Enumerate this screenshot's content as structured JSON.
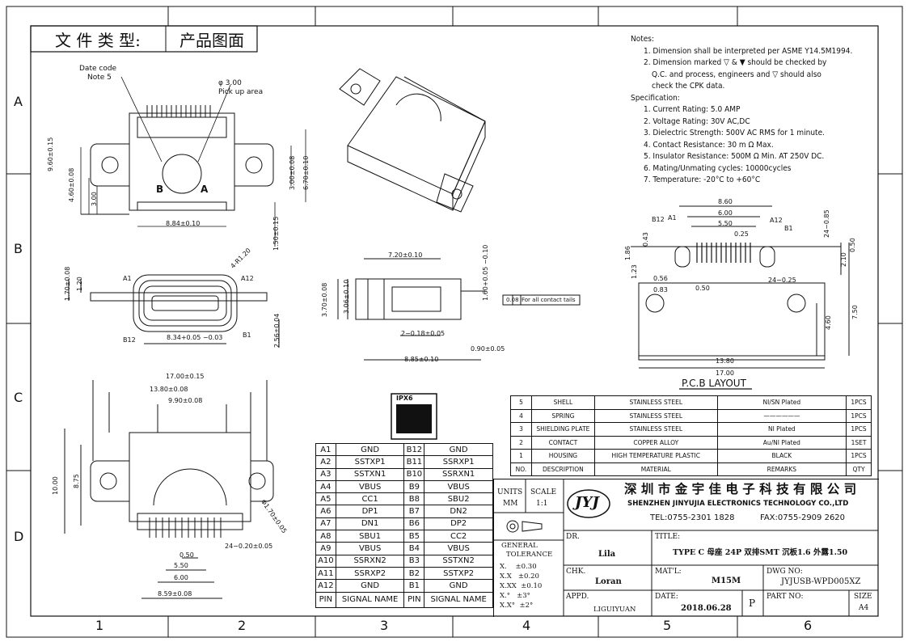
{
  "frame": {
    "col_numbers": [
      "1",
      "2",
      "3",
      "4",
      "5",
      "6"
    ],
    "row_letters": [
      "A",
      "B",
      "C",
      "D"
    ]
  },
  "header": {
    "doc_type_label": "文 件 类 型:",
    "doc_type_value": "产品图面"
  },
  "notes": {
    "heading": "Notes:",
    "items": [
      "1. Dimension shall be interpreted per ASME Y14.5M1994.",
      "2. Dimension marked ▽ & ▼ should be checked by",
      "Q.C. and process, engineers and ▽ should also",
      "check the CPK data."
    ]
  },
  "spec": {
    "heading": "Specification:",
    "items": [
      "1. Current Rating: 5.0 AMP",
      "2. Voltage Rating: 30V AC,DC",
      "3. Dielectric Strength: 500V AC RMS for 1 minute.",
      "4. Contact Resistance: 30 m Ω Max.",
      "5. Insulator Resistance: 500M Ω Min. AT 250V DC.",
      "6. Mating/Unmating cycles: 10000cycles",
      "7. Temperature: -20°C to +60°C"
    ]
  },
  "labels": {
    "date_code": "Date code",
    "note5": "Note 5",
    "pickup_dia": "φ 3.00",
    "pickup_area": "Pick up area",
    "a1": "A1",
    "a12": "A12",
    "b12": "B12",
    "b1": "B1",
    "circ_b": "B",
    "circ_a": "A",
    "ipx": "IPX6",
    "flatness": "0.08",
    "flatness_note": "For all contact tails",
    "pcb_layout": "P.C.B LAYOUT"
  },
  "dims": {
    "top_9_60": "9.60±0.15",
    "top_4_60": "4.60±0.08",
    "top_3_00": "3.00",
    "top_8_84": "8.84±0.10",
    "top_3_00r": "3.00±0.08",
    "top_6_70": "6.70±0.10",
    "top_1_50": "1.50±0.15",
    "f_4r": "4-R1.20",
    "f_1_70": "1.70±0.08",
    "f_1_20": "1.20",
    "f_8_34": "8.34+0.05 −0.03",
    "f_2_56": "2.56±0.04",
    "s_7_20": "7.20±0.10",
    "s_3_70": "3.70±0.08",
    "s_3_06": "3.06±0.10",
    "s_1_60": "1.60+0.05 −0.10",
    "s_2_018": "2−0.18±0.05",
    "s_0_90": "0.90±0.05",
    "s_8_85": "8.85±0.10",
    "b_17": "17.00±0.15",
    "b_13_80": "13.80±0.08",
    "b_9_90": "9.90±0.08",
    "b_10": "10.00",
    "b_8_75": "8.75",
    "b_1_70": "Φ1.70±0.05",
    "b_24": "24−0.20±0.05",
    "b_0_50": "0.50",
    "b_5_50": "5.50",
    "b_6_00": "6.00",
    "b_8_59": "8.59±0.08",
    "p_8_60": "8.60",
    "p_6_00": "6.00",
    "p_5_50": "5.50",
    "p_0_25": "0.25",
    "p_24_085": "24−0.85",
    "p_0_43": "0.43",
    "p_1_86": "1.86",
    "p_1_23": "1.23",
    "p_0_56": "0.56",
    "p_0_83": "0.83",
    "p_0_50": "0.50",
    "p_24_025": "24−0.25",
    "p_2_10": "2.10",
    "p_0_50r": "0.50",
    "p_7_50": "7.50",
    "p_4_60": "4.60",
    "p_13_80": "13.80",
    "p_17_00": "17.00"
  },
  "pin_table": {
    "rows": [
      [
        "A1",
        "GND",
        "B12",
        "GND"
      ],
      [
        "A2",
        "SSTXP1",
        "B11",
        "SSRXP1"
      ],
      [
        "A3",
        "SSTXN1",
        "B10",
        "SSRXN1"
      ],
      [
        "A4",
        "VBUS",
        "B9",
        "VBUS"
      ],
      [
        "A5",
        "CC1",
        "B8",
        "SBU2"
      ],
      [
        "A6",
        "DP1",
        "B7",
        "DN2"
      ],
      [
        "A7",
        "DN1",
        "B6",
        "DP2"
      ],
      [
        "A8",
        "SBU1",
        "B5",
        "CC2"
      ],
      [
        "A9",
        "VBUS",
        "B4",
        "VBUS"
      ],
      [
        "A10",
        "SSRXN2",
        "B3",
        "SSTXN2"
      ],
      [
        "A11",
        "SSRXP2",
        "B2",
        "SSTXP2"
      ],
      [
        "A12",
        "GND",
        "B1",
        "GND"
      ]
    ],
    "header": [
      "PIN",
      "SIGNAL NAME",
      "PIN",
      "SIGNAL NAME"
    ]
  },
  "bom": {
    "rows": [
      [
        "5",
        "SHELL",
        "STAINLESS STEEL",
        "NI/SN  Plated",
        "1PCS"
      ],
      [
        "4",
        "SPRING",
        "STAINLESS STEEL",
        "——————",
        "1PCS"
      ],
      [
        "3",
        "SHIELDING PLATE",
        "STAINLESS STEEL",
        "NI  Plated",
        "1PCS"
      ],
      [
        "2",
        "CONTACT",
        "COPPER ALLOY",
        "Au/NI Plated",
        "1SET"
      ],
      [
        "1",
        "HOUSING",
        "HIGH TEMPERATURE PLASTIC",
        "BLACK",
        "1PCS"
      ]
    ],
    "header": [
      "NO.",
      "DESCRIPTION",
      "MATERIAL",
      "REMARKS",
      "QTY"
    ]
  },
  "title_block": {
    "units_label": "UNITS",
    "units_value": "MM",
    "scale_label": "SCALE",
    "scale_value": "1:1",
    "logo": "JYJ",
    "company_cn": "深 圳 市 金 宇 佳 电 子 科 技 有 限 公 司",
    "company_en": "SHENZHEN JINYUJIA ELECTRONICS TECHNOLOGY CO.,LTD",
    "tel": "TEL:0755-2301 1828",
    "fax": "FAX:0755-2909 2620",
    "dr_label": "DR.",
    "dr_value": "Lila",
    "title_label": "TITLE:",
    "title_value": "TYPE C 母座 24P 双排SMT 沉板1.6 外露1.50",
    "gt_label": "GENERAL",
    "gt_label2": "TOLERANCE",
    "gt_rows": [
      "X.    ±0.30",
      "X.X   ±0.20",
      "X.XX  ±0.10",
      "X.°   ±3°",
      "X.X°  ±2°"
    ],
    "chk_label": "CHK.",
    "chk_value": "Loran",
    "matl_label": "MAT'L:",
    "matl_value": "M15M",
    "dwg_label": "DWG NO:",
    "dwg_value": "JYJUSB-WPD005XZ",
    "appd_label": "APPD.",
    "appd_value": "LIGUIYUAN",
    "date_label": "DATE:",
    "date_value": "2018.06.28",
    "rev": "P",
    "part_label": "PART  NO:",
    "size_label": "SIZE",
    "size_value": "A4"
  }
}
